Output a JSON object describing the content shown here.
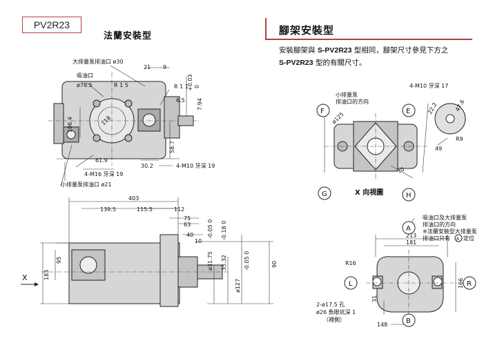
{
  "model_tag": "PV2R23",
  "flange": {
    "title": "法蘭安裝型",
    "labels": {
      "large_outlet": "大排量泵排油口 ø30",
      "suction": "吸油口",
      "suction_dia": "ø78.5",
      "r15": "R 1 5",
      "dim_21": "21",
      "dim_9": "9",
      "r11": "R 1 1",
      "tol_003": "+0.03",
      "tol_0": "0",
      "dim_794": "7.94",
      "dim_65": "6.5",
      "dim_1064": "106.4",
      "dim_118": "118",
      "dim_619": "61.9",
      "dim_587": "58.7",
      "dim_302": "30.2",
      "m16": "4-M16 牙深 19",
      "m10": "4-M10 牙深 19",
      "small_outlet": "小排量泵排油口 ø21"
    },
    "side": {
      "dim_403": "403",
      "dim_1395": "139.5",
      "dim_1155": "115.5",
      "dim_112": "112",
      "dim_75": "75",
      "dim_63": "63",
      "dim_40": "40",
      "dim_10": "10",
      "dim_3175": "ø31.75",
      "tol_3175": "-0.05 0",
      "dim_3532": "35.32",
      "tol_3532": "-0.18 0",
      "dim_127": "ø127",
      "tol_127": "-0.05 0",
      "dim_90": "90",
      "dim_95": "95",
      "dim_183": "183",
      "x_mark": "X"
    }
  },
  "foot": {
    "title": "腳架安裝型",
    "desc_1a": "安裝腳架與 ",
    "desc_1b": "S-PV2R23",
    "desc_1c": " 型相同，腳架尺寸參見下方之",
    "desc_2a": "S-PV2R23",
    "desc_2b": " 型的有關尺寸。",
    "xview": {
      "small_outlet_dir": "小排量泵",
      "small_outlet_dir2": "排油口的方向",
      "dia_125": "ø125",
      "m10": "4-M10 牙深 17",
      "dim_222": "22.2",
      "dim_476": "47.6",
      "r9": "R9",
      "dim_49": "49",
      "dim_70": "70",
      "caption": "X 向視圖",
      "letters": [
        "F",
        "E",
        "G",
        "H"
      ]
    },
    "footview": {
      "note1": "吸油口及大排量泵",
      "note2": "排油口的方向",
      "note3": "※法蘭安裝型大排量泵",
      "note4a": "排油口只有",
      "note4b": "定位",
      "dim_213": "213",
      "dim_181": "181",
      "r16": "R16",
      "dim_166": "166",
      "dim_31": "31",
      "dim_148": "148",
      "hole1": "2-ø17.5 孔",
      "hole2": "ø26 魚眼坑深 1",
      "hole3": "（裡側）",
      "letters": [
        "A",
        "L",
        "R",
        "B"
      ]
    }
  }
}
